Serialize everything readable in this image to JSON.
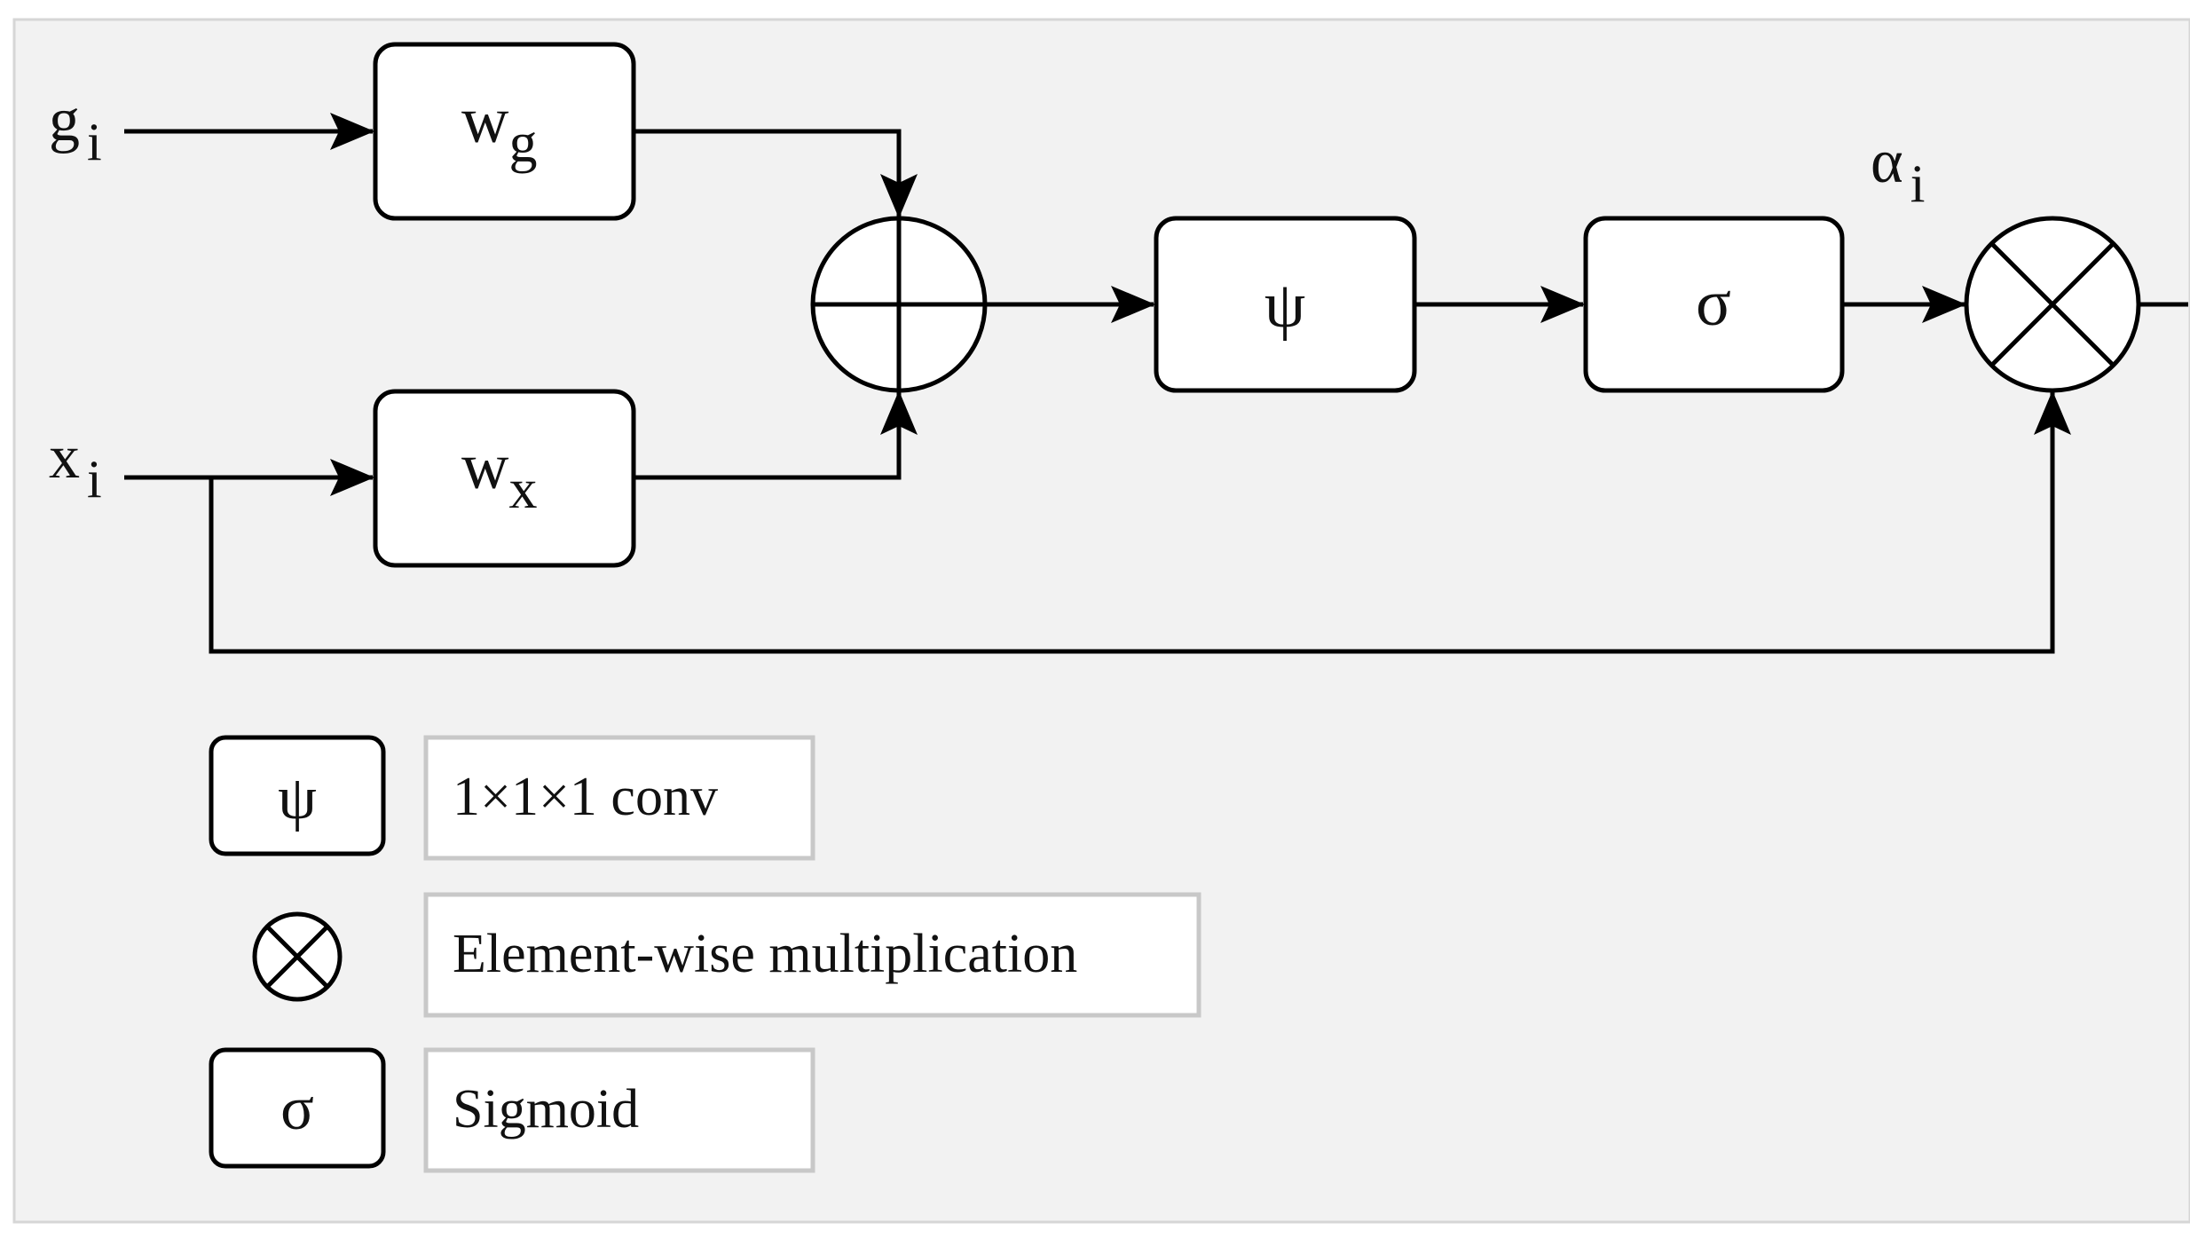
{
  "inputs": {
    "g": {
      "base": "g",
      "sub": "i"
    },
    "x": {
      "base": "x",
      "sub": "i"
    }
  },
  "blocks": {
    "wg": {
      "base": "w",
      "sub": "g"
    },
    "wx": {
      "base": "w",
      "sub": "x"
    },
    "psi": {
      "symbol": "ψ"
    },
    "sigma": {
      "symbol": "σ"
    }
  },
  "output_label": {
    "base": "α",
    "sub": "i"
  },
  "nodes": {
    "add": "addition-node",
    "multiply": "element-wise-multiplication-node"
  },
  "legend": [
    {
      "symbol": "ψ",
      "shape": "rounded-box",
      "description": "1×1×1 conv"
    },
    {
      "symbol": "",
      "shape": "otimes-circle",
      "description": "Element-wise multiplication"
    },
    {
      "symbol": "σ",
      "shape": "rounded-box",
      "description": "Sigmoid"
    }
  ],
  "colors": {
    "panel": "#f2f2f2",
    "panel_border": "#d6d6d6",
    "stroke": "#000000",
    "box_fill": "#ffffff",
    "legend_text_border": "#c8c8c8"
  }
}
